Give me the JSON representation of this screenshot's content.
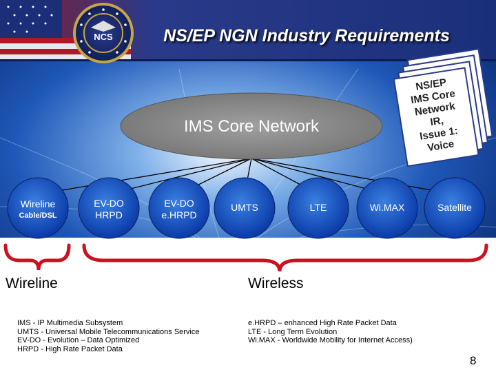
{
  "slide": {
    "title": "NS/EP NGN Industry Requirements",
    "seal_text": "NCS"
  },
  "core": {
    "label": "IMS Core Network"
  },
  "document_stack": {
    "lines": [
      "NS/EP",
      "IMS Core",
      "Network",
      "IR,",
      "Issue 1:",
      "Voice"
    ]
  },
  "nodes": [
    {
      "line1": "Wireline",
      "line2": "Cable/DSL"
    },
    {
      "line1": "EV-DO",
      "line2": "HRPD"
    },
    {
      "line1": "EV-DO",
      "line2": "e.HRPD"
    },
    {
      "line1": "UMTS",
      "line2": ""
    },
    {
      "line1": "LTE",
      "line2": ""
    },
    {
      "line1": "Wi.MAX",
      "line2": ""
    },
    {
      "line1": "Satellite",
      "line2": ""
    }
  ],
  "groups": {
    "wireline": "Wireline",
    "wireless": "Wireless"
  },
  "glossary_left": [
    "IMS - IP Multimedia Subsystem",
    "UMTS - Universal Mobile Telecommunications Service",
    "EV-DO - Evolution – Data Optimized",
    "HRPD - High Rate Packet Data"
  ],
  "glossary_right": [
    "e.HRPD – enhanced High Rate Packet Data",
    "LTE - Long Term Evolution",
    "Wi.MAX - Worldwide Mobility for Internet Access)"
  ],
  "page_number": "8",
  "colors": {
    "title_text": "#ffffff",
    "header_blue": "#1a2f7a",
    "brace_red": "#cc1020",
    "ellipse_gray": "#8a8a8a"
  }
}
